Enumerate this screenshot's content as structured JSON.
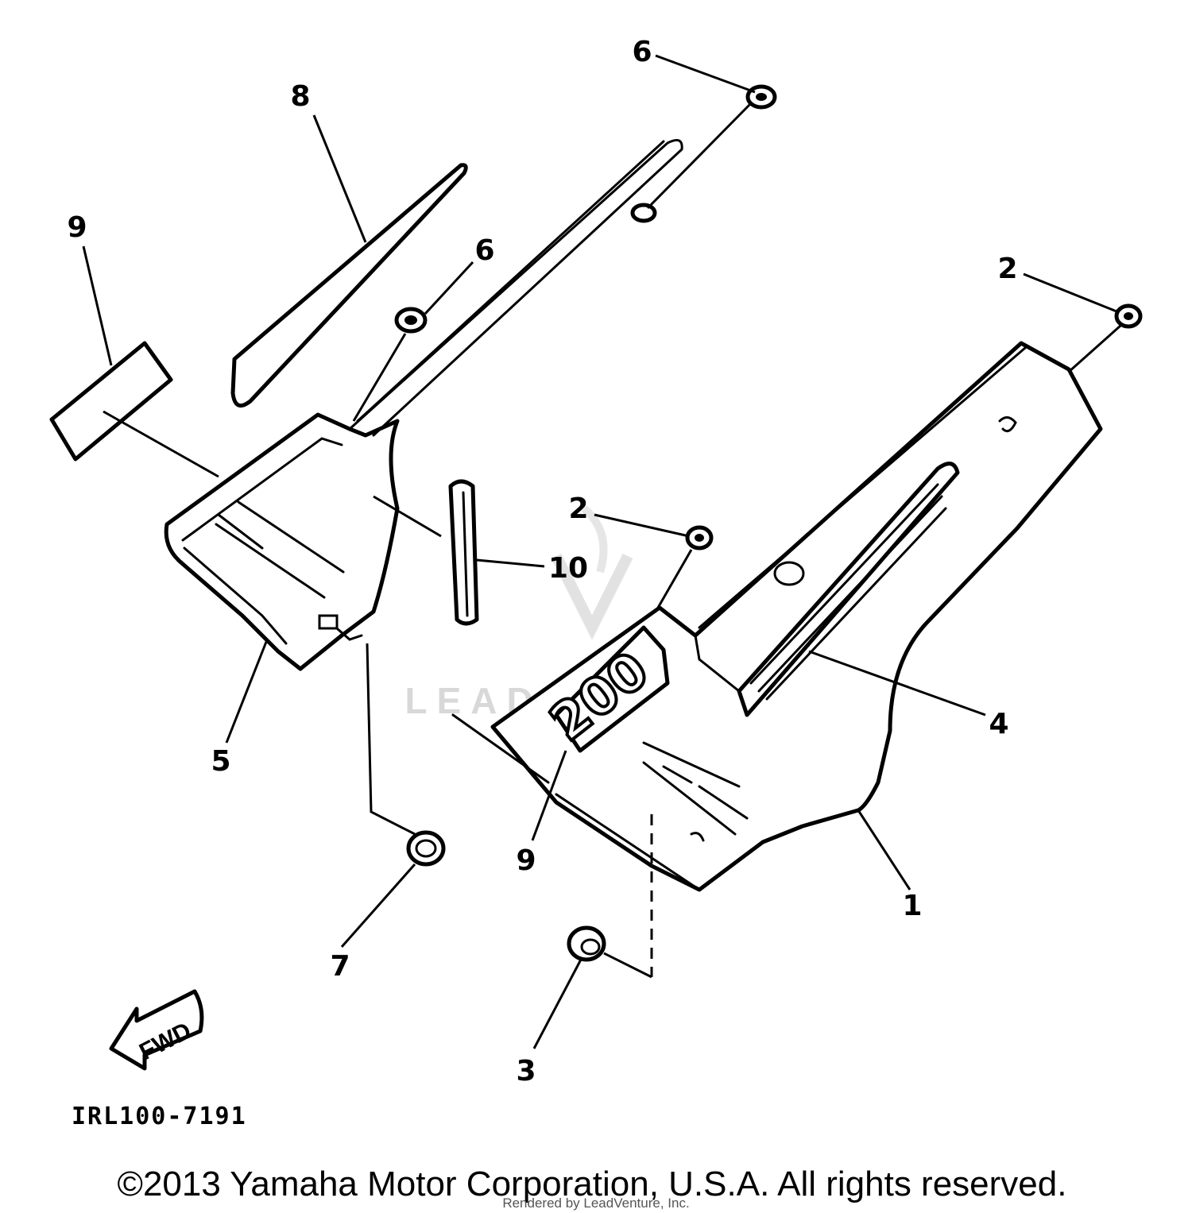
{
  "diagram": {
    "callouts": [
      {
        "id": "c6a",
        "label": "6"
      },
      {
        "id": "c8",
        "label": "8"
      },
      {
        "id": "c9a",
        "label": "9"
      },
      {
        "id": "c6b",
        "label": "6"
      },
      {
        "id": "c2a",
        "label": "2"
      },
      {
        "id": "c2b",
        "label": "2"
      },
      {
        "id": "c10",
        "label": "10"
      },
      {
        "id": "c4",
        "label": "4"
      },
      {
        "id": "c5",
        "label": "5"
      },
      {
        "id": "c9b",
        "label": "9"
      },
      {
        "id": "c1",
        "label": "1"
      },
      {
        "id": "c7",
        "label": "7"
      },
      {
        "id": "c3",
        "label": "3"
      }
    ],
    "badge_text": "200",
    "direction_label": "FWD",
    "drawing_code": "IRL100-7191",
    "watermark": "LEADVENTURE"
  },
  "footer": {
    "copyright": "©2013 Yamaha Motor Corporation, U.S.A. All rights reserved.",
    "credit": "Rendered by LeadVenture, Inc."
  }
}
